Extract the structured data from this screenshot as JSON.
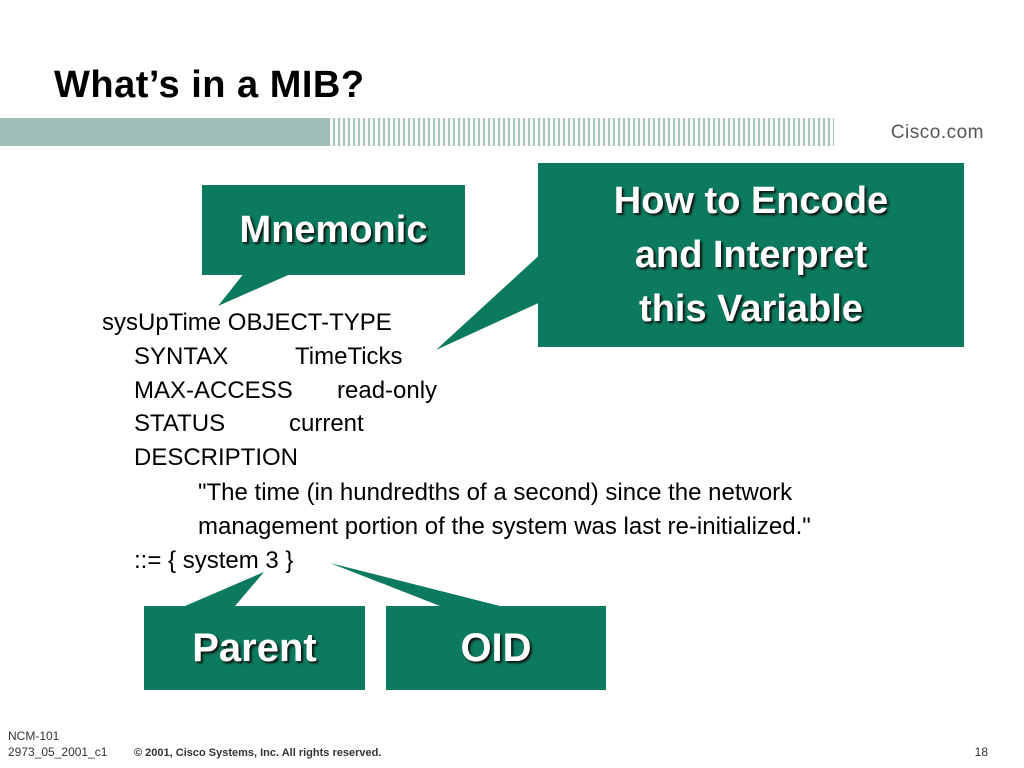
{
  "slide": {
    "title": "What’s in a MIB?",
    "logo": "Cisco.com"
  },
  "callouts": {
    "mnemonic": "Mnemonic",
    "encode_line1": "How to Encode",
    "encode_line2": "and Interpret",
    "encode_line3": "this Variable",
    "parent": "Parent",
    "oid": "OID"
  },
  "mib": {
    "line1": "sysUpTime OBJECT-TYPE",
    "syntax_key": "SYNTAX",
    "syntax_val": "TimeTicks",
    "access_key": "MAX-ACCESS",
    "access_val": "read-only",
    "status_key": "STATUS",
    "status_val": "current",
    "description_key": "DESCRIPTION",
    "desc_line1": "\"The time (in hundredths of a second) since the network",
    "desc_line2": "management portion of the system was last re-initialized.\"",
    "assignment": "::= { system 3 }"
  },
  "footer": {
    "course": "NCM-101",
    "code": "2973_05_2001_c1",
    "copyright": "© 2001, Cisco Systems, Inc. All rights reserved.",
    "page": "18"
  },
  "colors": {
    "callout_bg": "#0c7a5e",
    "banner": "#a9c4be"
  }
}
